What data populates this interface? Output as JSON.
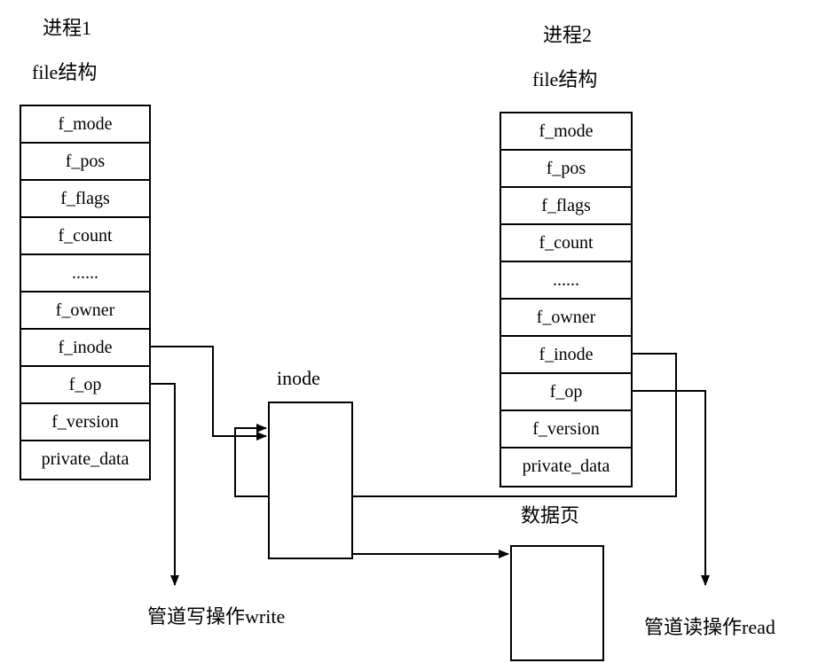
{
  "left": {
    "process_label": "进程1",
    "struct_label": "file结构",
    "rows": [
      "f_mode",
      "f_pos",
      "f_flags",
      "f_count",
      "......",
      "f_owner",
      "f_inode",
      "f_op",
      "f_version",
      "private_data"
    ]
  },
  "right": {
    "process_label": "进程2",
    "struct_label": "file结构",
    "rows": [
      "f_mode",
      "f_pos",
      "f_flags",
      "f_count",
      "......",
      "f_owner",
      "f_inode",
      "f_op",
      "f_version",
      "private_data"
    ]
  },
  "inode": {
    "label": "inode"
  },
  "data_page": {
    "label": "数据页"
  },
  "annotations": {
    "pipe_write": "管道写操作write",
    "pipe_read": "管道读操作read"
  },
  "colors": {
    "line": "#000000",
    "text": "#000000",
    "background": "#ffffff"
  }
}
